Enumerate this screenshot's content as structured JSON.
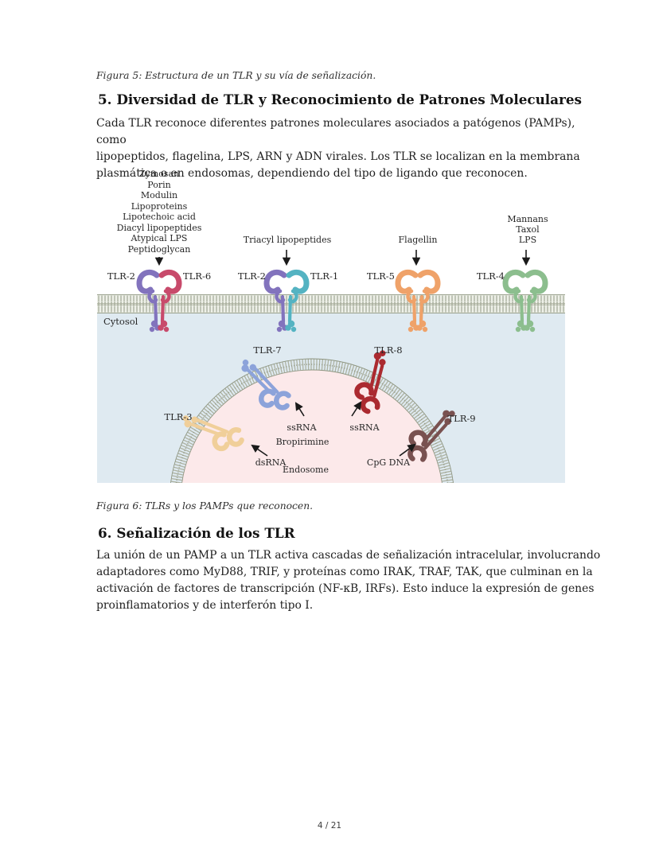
{
  "page": {
    "caption_fig5": "Figura 5: Estructura de un TLR y su vía de señalización.",
    "section5_title": "5. Diversidad de TLR y Reconocimiento de Patrones Moleculares",
    "section5_body": "Cada TLR reconoce diferentes patrones moleculares asociados a patógenos (PAMPs), como\nlipopeptidos, flagelina, LPS, ARN y ADN virales. Los TLR se localizan en la membrana\nplasmática o en endosomas, dependiendo del tipo de ligando que reconocen.",
    "caption_fig6": "Figura 6: TLRs y los PAMPs que reconocen.",
    "section6_title": "6. Señalización de los TLR",
    "section6_body": "La unión de un PAMP a un TLR activa cascadas de señalización intracelular, involucrando\nadaptadores como MyD88, TRIF, y proteínas como IRAK, TRAF, TAK, que culminan en la\nactivación de factores de transcripción (NF-κB, IRFs). Esto induce la expresión de genes\nproinflamatorios y de interferón tipo I.",
    "footer": "4 / 21"
  },
  "figure": {
    "cytosol_label": "Cytosol",
    "endosome_label": "Endosome",
    "colors": {
      "tlr2": "#8273bd",
      "tlr6": "#c84a6b",
      "tlr1": "#54b3c2",
      "tlr5": "#efa269",
      "tlr4": "#8cbe8e",
      "tlr7": "#8ca3da",
      "tlr8": "#ab2a30",
      "tlr3": "#f0cf9a",
      "tlr9": "#795150",
      "cytosol_bg": "#dfeaf1",
      "endosome_fill": "#fce9ea",
      "membrane_tick": "#99a08e",
      "arrow": "#1a1a1a"
    },
    "membrane_groups": [
      {
        "ligands": [
          "Zymosan",
          "Porin",
          "Modulin",
          "Lipoproteins",
          "Lipotechoic acid",
          "Diacyl lipopeptides",
          "Atypical LPS",
          "Peptidoglycan"
        ],
        "left_label": "TLR-2",
        "right_label": "TLR-6"
      },
      {
        "ligands": [
          "Triacyl lipopeptides"
        ],
        "left_label": "TLR-2",
        "right_label": "TLR-1"
      },
      {
        "ligands": [
          "Flagellin"
        ],
        "left_label": "TLR-5"
      },
      {
        "ligands": [
          "Mannans",
          "Taxol",
          "LPS"
        ],
        "left_label": "TLR-4"
      }
    ],
    "endosomal_receptors": [
      {
        "label": "TLR-7",
        "ligand_lines": [
          "ssRNA",
          "Bropirimine"
        ]
      },
      {
        "label": "TLR-8",
        "ligand_lines": [
          "ssRNA"
        ]
      },
      {
        "label": "TLR-3",
        "ligand_lines": [
          "dsRNA"
        ]
      },
      {
        "label": "TLR-9",
        "ligand_lines": [
          "CpG DNA"
        ]
      }
    ]
  }
}
